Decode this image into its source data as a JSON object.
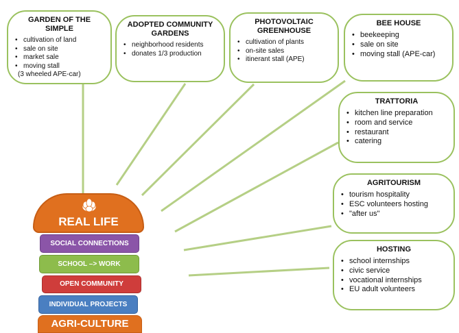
{
  "boxes": {
    "garden": {
      "title": "GARDEN OF THE SIMPLE",
      "items": [
        "cultivation of land",
        "sale on site",
        "market sale",
        "moving stall"
      ],
      "note": "(3 wheeled  APE-car)"
    },
    "adopted": {
      "title_line1": "ADOPTED COMMUNITY",
      "title_line2": "GARDENS",
      "items": [
        "neighborhood residents",
        "donates 1/3 production"
      ]
    },
    "photovoltaic": {
      "title_line1": "PHOTOVOLTAIC",
      "title_line2": "GREENHOUSE",
      "items": [
        "cultivation of plants",
        "on-site sales",
        "itinerant stall (APE)"
      ]
    },
    "beehouse": {
      "title": "BEE HOUSE",
      "items": [
        "beekeeping",
        "sale on site",
        "moving stall (APE-car)"
      ]
    },
    "trattoria": {
      "title": "TRATTORIA",
      "items": [
        "kitchen line preparation",
        "room and service",
        "restaurant",
        "catering"
      ]
    },
    "agritourism": {
      "title": "AGRITOURISM",
      "items": [
        "tourism hospitality",
        "ESC volunteers hosting",
        "\"after us\""
      ]
    },
    "hosting": {
      "title": "HOSTING",
      "items": [
        "school internships",
        "civic service",
        "vocational internships",
        "EU adult volunteers"
      ]
    }
  },
  "stack": {
    "top": "REAL LIFE",
    "layers": [
      "SOCIAL CONNECTIONS",
      "SCHOOL –> WORK",
      "OPEN COMMUNITY",
      "INDIVIDUAL PROJECTS",
      "AGRI-CULTURE"
    ]
  },
  "colors": {
    "box_border": "#9ac15e",
    "line": "#b5cf85",
    "orange": "#e0701f",
    "purple": "#8b55a8",
    "green": "#8dbc4c",
    "red": "#cf3d3b",
    "blue": "#4a7fc1"
  },
  "icons": {
    "logo": "artichoke-icon"
  }
}
